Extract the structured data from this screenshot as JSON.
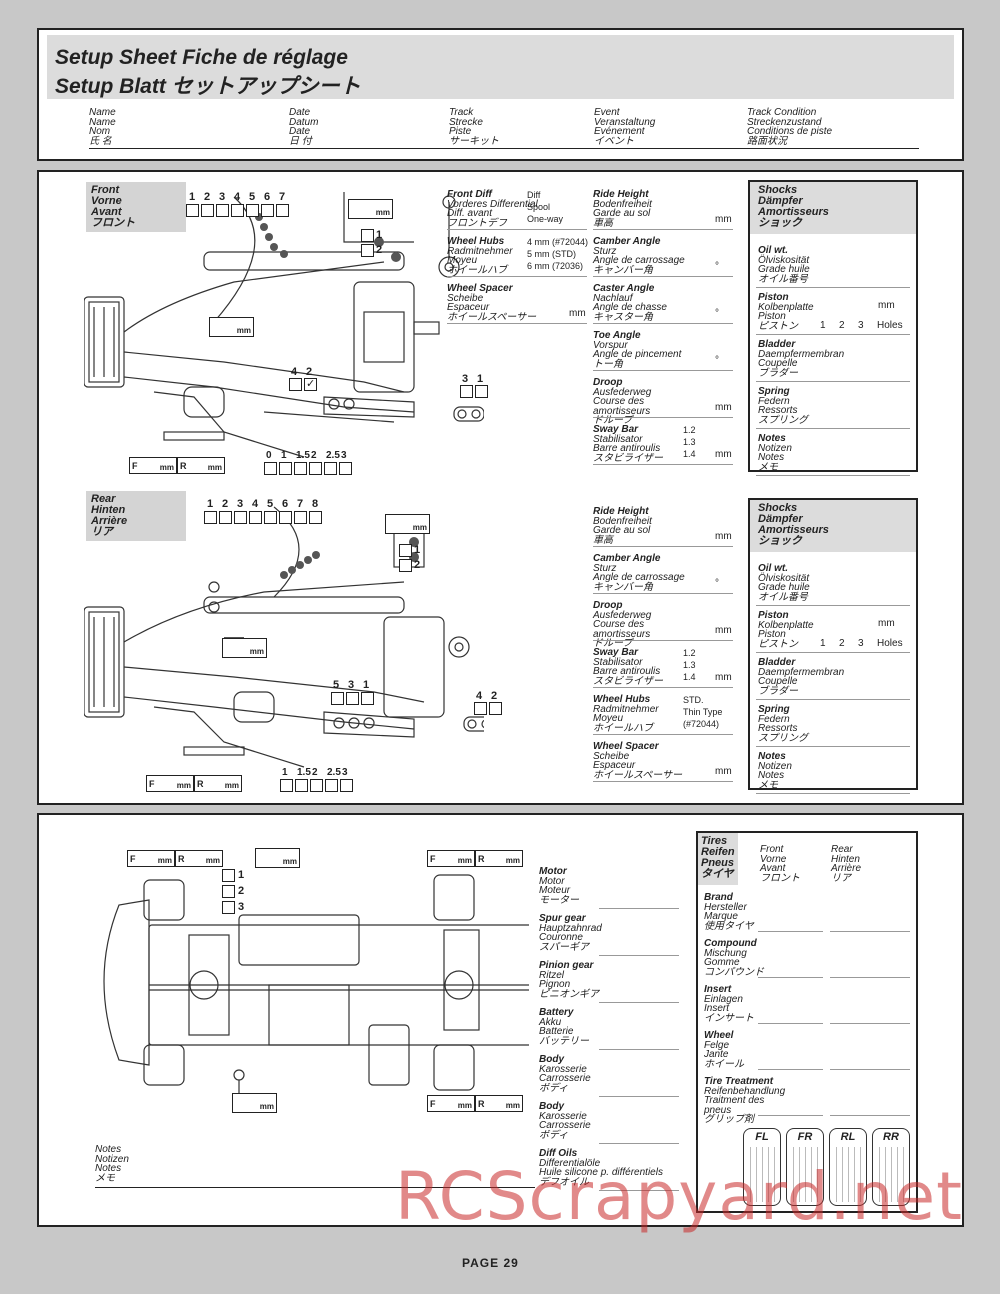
{
  "header": {
    "title_line1": "Setup Sheet  Fiche de réglage",
    "title_line2": "Setup Blatt  セットアップシート",
    "fields": [
      {
        "l1": "Name",
        "l2": "Name",
        "l3": "Nom",
        "l4": "氏 名"
      },
      {
        "l1": "Date",
        "l2": "Datum",
        "l3": "Date",
        "l4": "日 付"
      },
      {
        "l1": "Track",
        "l2": "Strecke",
        "l3": "Piste",
        "l4": "サーキット"
      },
      {
        "l1": "Event",
        "l2": "Veranstaltung",
        "l3": "Evénement",
        "l4": "イベント"
      },
      {
        "l1": "Track Condition",
        "l2": "Streckenzustand",
        "l3": "Conditions de piste",
        "l4": "路面状況"
      }
    ]
  },
  "front": {
    "tag": [
      "Front",
      "Vorne",
      "Avant",
      "フロント"
    ],
    "hole_numbers": [
      "1",
      "2",
      "3",
      "4",
      "5",
      "6",
      "7"
    ],
    "mm": "mm",
    "toggle_a": "1",
    "toggle_b": "2",
    "arm_pos": [
      "4",
      "2"
    ],
    "arm_check": "✓",
    "link_pos": [
      "3",
      "1"
    ],
    "shim_scale": [
      "0",
      "1",
      "1.5",
      "2",
      "2.5",
      "3"
    ],
    "f_label": "F",
    "r_label": "R",
    "col1": [
      {
        "l": [
          "Front Diff",
          "Vorderes Differential",
          "Diff. avant",
          "フロントデフ"
        ],
        "v": [
          "Diff",
          "Spool",
          "One-way"
        ]
      },
      {
        "l": [
          "Wheel Hubs",
          "Radmitnehmer",
          "Moyeu",
          "ホイールハブ"
        ],
        "v": [
          "4 mm (#72044)",
          "5 mm (STD)",
          "6 mm (72036)"
        ]
      },
      {
        "l": [
          "Wheel Spacer",
          "Scheibe",
          "Espaceur",
          "ホイールスペーサー"
        ],
        "unit": "mm"
      }
    ],
    "col2": [
      {
        "l": [
          "Ride Height",
          "Bodenfreiheit",
          "Garde au sol",
          "車高"
        ],
        "unit": "mm"
      },
      {
        "l": [
          "Camber Angle",
          "Sturz",
          "Angle de carrossage",
          "キャンバー角"
        ],
        "unit": "°"
      },
      {
        "l": [
          "Caster Angle",
          "Nachlauf",
          "Angle de chasse",
          "キャスター角"
        ],
        "unit": "°"
      },
      {
        "l": [
          "Toe Angle",
          "Vorspur",
          "Angle de pincement",
          "トー角"
        ],
        "unit": "°"
      },
      {
        "l": [
          "Droop",
          "Ausfederweg",
          "Course des amortisseurs",
          "ドループ"
        ],
        "unit": "mm"
      },
      {
        "l": [
          "Sway Bar",
          "Stabilisator",
          "Barre antiroulis",
          "スタビライザー"
        ],
        "v": [
          "1.2",
          "1.3",
          "1.4"
        ],
        "unit": "mm"
      }
    ],
    "shocks": {
      "head": [
        "Shocks",
        "Dämpfer",
        "Amortisseurs",
        "ショック"
      ],
      "rows": [
        {
          "l": [
            "Oil wt.",
            "Ölviskosität",
            "Grade huile",
            "オイル番号"
          ]
        },
        {
          "l": [
            "Piston",
            "Kolbenplatte",
            "Piston",
            "ピストン"
          ],
          "unit": "mm",
          "holes": [
            "1",
            "2",
            "3",
            "Holes"
          ]
        },
        {
          "l": [
            "Bladder",
            "Daempfermembran",
            "Coupelle",
            "ブラダー"
          ]
        },
        {
          "l": [
            "Spring",
            "Federn",
            "Ressorts",
            "スプリング"
          ]
        },
        {
          "l": [
            "Notes",
            "Notizen",
            "Notes",
            "メモ"
          ]
        }
      ]
    }
  },
  "rear": {
    "tag": [
      "Rear",
      "Hinten",
      "Arrière",
      "リア"
    ],
    "hole_numbers": [
      "1",
      "2",
      "3",
      "4",
      "5",
      "6",
      "7",
      "8"
    ],
    "mm": "mm",
    "toggle_a": "1",
    "toggle_b": "2",
    "arm_pos": [
      "5",
      "3",
      "1"
    ],
    "link_pos": [
      "4",
      "2"
    ],
    "shim_scale": [
      "1",
      "1.5",
      "2",
      "2.5",
      "3"
    ],
    "f_label": "F",
    "r_label": "R",
    "col2": [
      {
        "l": [
          "Ride Height",
          "Bodenfreiheit",
          "Garde au sol",
          "車高"
        ],
        "unit": "mm"
      },
      {
        "l": [
          "Camber Angle",
          "Sturz",
          "Angle de carrossage",
          "キャンバー角"
        ],
        "unit": "°"
      },
      {
        "l": [
          "Droop",
          "Ausfederweg",
          "Course des amortisseurs",
          "ドループ"
        ],
        "unit": "mm"
      },
      {
        "l": [
          "Sway Bar",
          "Stabilisator",
          "Barre antiroulis",
          "スタビライザー"
        ],
        "v": [
          "1.2",
          "1.3",
          "1.4"
        ],
        "unit": "mm"
      },
      {
        "l": [
          "Wheel Hubs",
          "Radmitnehmer",
          "Moyeu",
          "ホイールハブ"
        ],
        "v": [
          "STD.",
          "Thin Type",
          "(#72044)"
        ]
      },
      {
        "l": [
          "Wheel Spacer",
          "Scheibe",
          "Espaceur",
          "ホイールスペーサー"
        ],
        "unit": "mm"
      }
    ],
    "shocks": {
      "head": [
        "Shocks",
        "Dämpfer",
        "Amortisseurs",
        "ショック"
      ],
      "rows": [
        {
          "l": [
            "Oil wt.",
            "Ölviskosität",
            "Grade huile",
            "オイル番号"
          ]
        },
        {
          "l": [
            "Piston",
            "Kolbenplatte",
            "Piston",
            "ピストン"
          ],
          "unit": "mm",
          "holes": [
            "1",
            "2",
            "3",
            "Holes"
          ]
        },
        {
          "l": [
            "Bladder",
            "Daempfermembran",
            "Coupelle",
            "ブラダー"
          ]
        },
        {
          "l": [
            "Spring",
            "Federn",
            "Ressorts",
            "スプリング"
          ]
        },
        {
          "l": [
            "Notes",
            "Notizen",
            "Notes",
            "メモ"
          ]
        }
      ]
    }
  },
  "chassis": {
    "f_label": "F",
    "r_label": "R",
    "mm": "mm",
    "nums": [
      "1",
      "2",
      "3"
    ],
    "items": [
      {
        "l": [
          "Motor",
          "Motor",
          "Moteur",
          "モーター"
        ]
      },
      {
        "l": [
          "Spur gear",
          "Hauptzahnrad",
          "Couronne",
          "スパーギア"
        ]
      },
      {
        "l": [
          "Pinion gear",
          "Ritzel",
          "Pignon",
          "ピニオンギア"
        ]
      },
      {
        "l": [
          "Battery",
          "Akku",
          "Batterie",
          "バッテリー"
        ]
      },
      {
        "l": [
          "Body",
          "Karosserie",
          "Carrosserie",
          "ボディ"
        ]
      },
      {
        "l": [
          "Body",
          "Karosserie",
          "Carrosserie",
          "ボディ"
        ]
      },
      {
        "l": [
          "Diff Oils",
          "Differentialöle",
          "Huile silicone p. différentiels",
          "デフオイル"
        ]
      }
    ],
    "notes": [
      "Notes",
      "Notizen",
      "Notes",
      "メモ"
    ]
  },
  "tires": {
    "head": [
      "Tires",
      "Reifen",
      "Pneus",
      "タイヤ"
    ],
    "front": [
      "Front",
      "Vorne",
      "Avant",
      "フロント"
    ],
    "rear": [
      "Rear",
      "Hinten",
      "Arrière",
      "リア"
    ],
    "rows": [
      [
        "Brand",
        "Hersteller",
        "Marque",
        "使用タイヤ"
      ],
      [
        "Compound",
        "Mischung",
        "Gomme",
        "コンパウンド"
      ],
      [
        "Insert",
        "Einlagen",
        "Insert",
        "インサート"
      ],
      [
        "Wheel",
        "Felge",
        "Jante",
        "ホイール"
      ],
      [
        "Tire Treatment",
        "Reifenbehandlung",
        "Traitment des pneus",
        "グリップ剤"
      ]
    ],
    "corners": [
      "FL",
      "FR",
      "RL",
      "RR"
    ]
  },
  "watermark": "RCScrapyard.net",
  "footer": "PAGE 29"
}
